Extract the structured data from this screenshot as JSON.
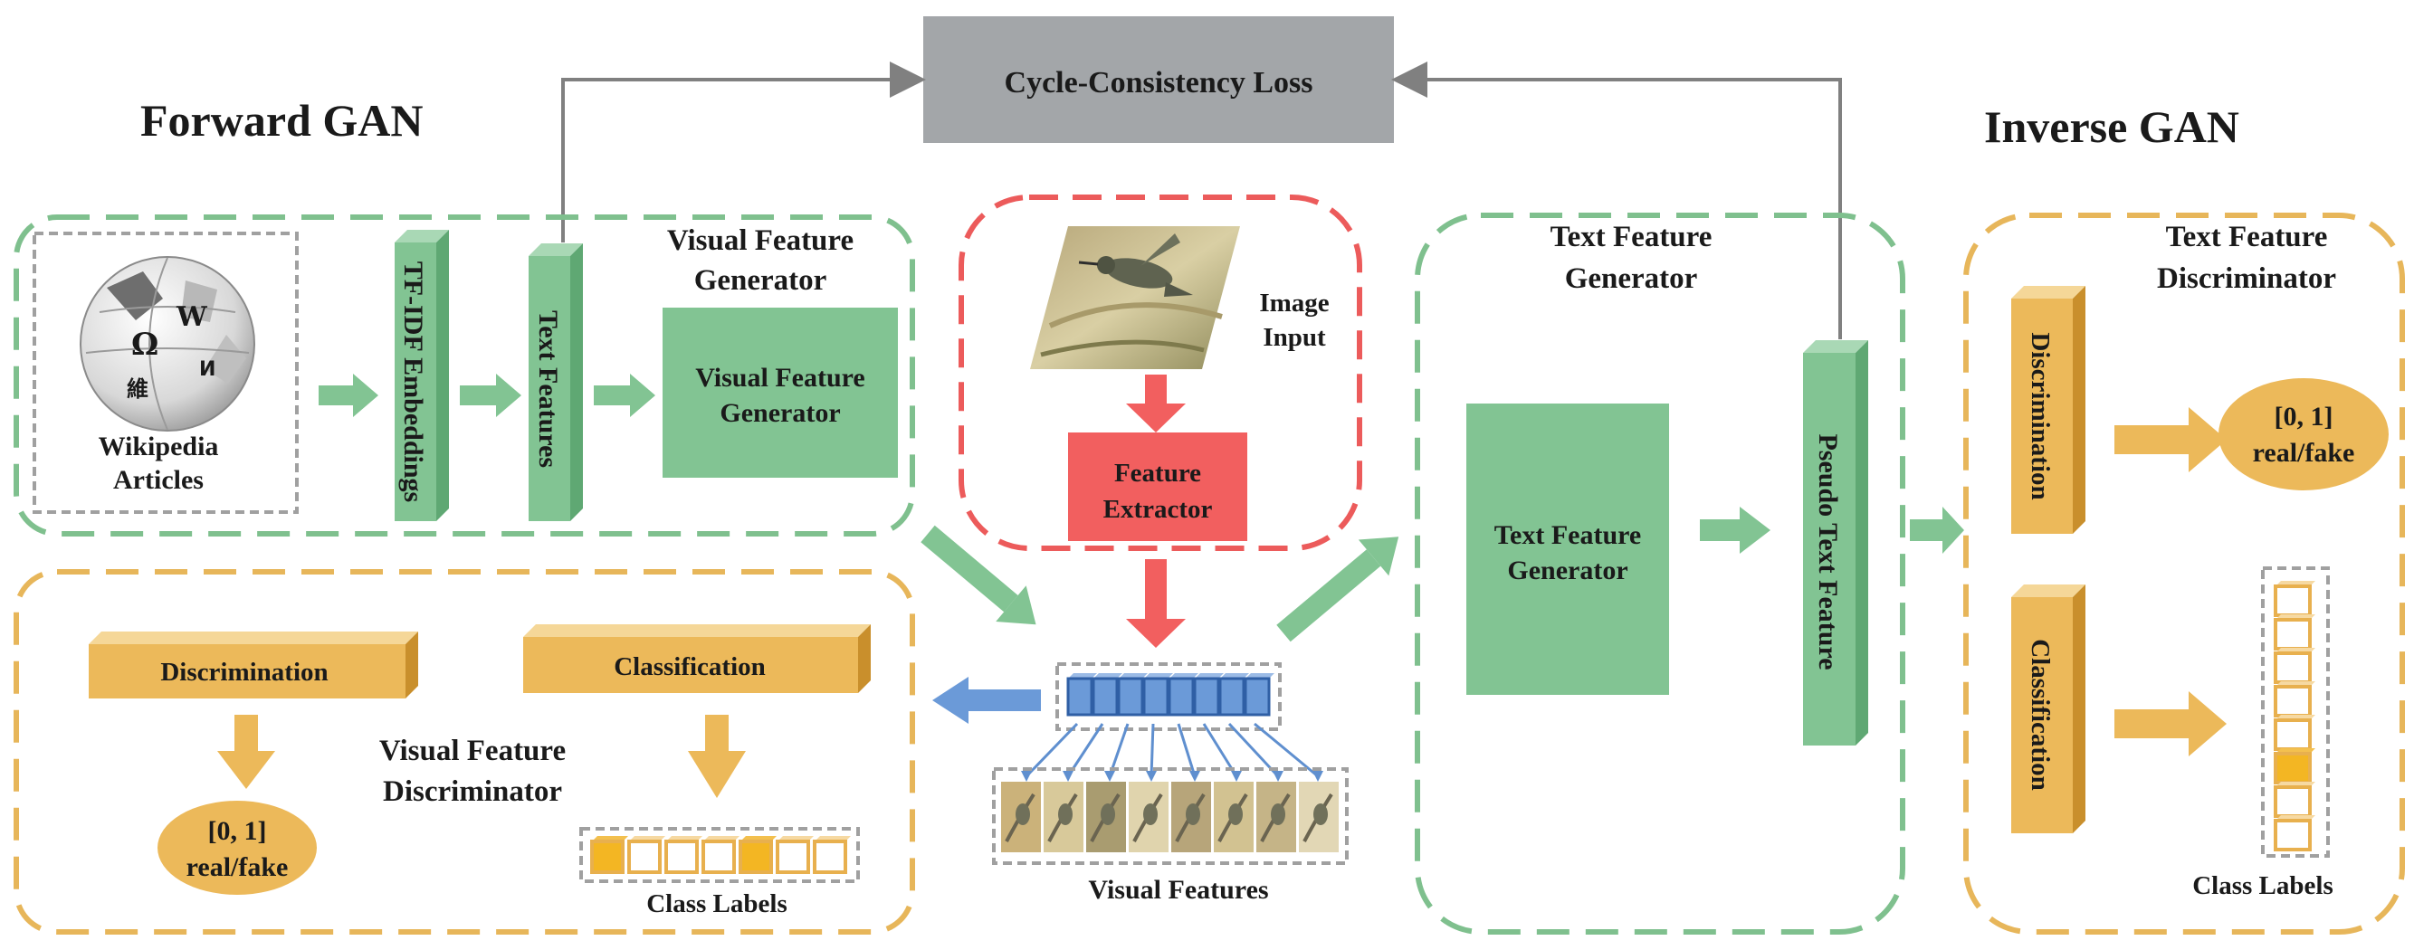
{
  "titles": {
    "forward_gan": "Forward GAN",
    "inverse_gan": "Inverse GAN"
  },
  "cycle_loss": "Cycle-Consistency Loss",
  "forward": {
    "wiki_label_1": "Wikipedia",
    "wiki_label_2": "Articles",
    "tfidf": "TF-IDF Embeddings",
    "text_features": "Text Features",
    "vfg_title_1": "Visual Feature",
    "vfg_title_2": "Generator",
    "vfg_box_1": "Visual Feature",
    "vfg_box_2": "Generator"
  },
  "extractor": {
    "image_input_1": "Image",
    "image_input_2": "Input",
    "feature_extractor_1": "Feature",
    "feature_extractor_2": "Extractor"
  },
  "visual_features_label": "Visual Features",
  "vfd": {
    "discrimination": "Discrimination",
    "classification": "Classification",
    "title_1": "Visual Feature",
    "title_2": "Discriminator",
    "output_1": "[0, 1]",
    "output_2": "real/fake",
    "class_labels": "Class Labels"
  },
  "tfg": {
    "title_1": "Text Feature",
    "title_2": "Generator",
    "box_1": "Text Feature",
    "box_2": "Generator",
    "pseudo": "Pseudo Text Feature"
  },
  "tfd": {
    "title_1": "Text Feature",
    "title_2": "Discriminator",
    "discrimination": "Discrimination",
    "classification": "Classification",
    "output_1": "[0, 1]",
    "output_2": "real/fake",
    "class_labels": "Class Labels"
  },
  "colors": {
    "green": "#82c493",
    "green_dark": "#5fa873",
    "green_dash": "#7fc08e",
    "orange": "#ecb95a",
    "orange_dark": "#c98f2c",
    "orange_dash": "#e7b65a",
    "red": "#f25f5f",
    "red_dash": "#ec5b5b",
    "blue": "#6b9ad8",
    "gray_box": "#a3a6a9",
    "arrow_gray": "#808080"
  }
}
